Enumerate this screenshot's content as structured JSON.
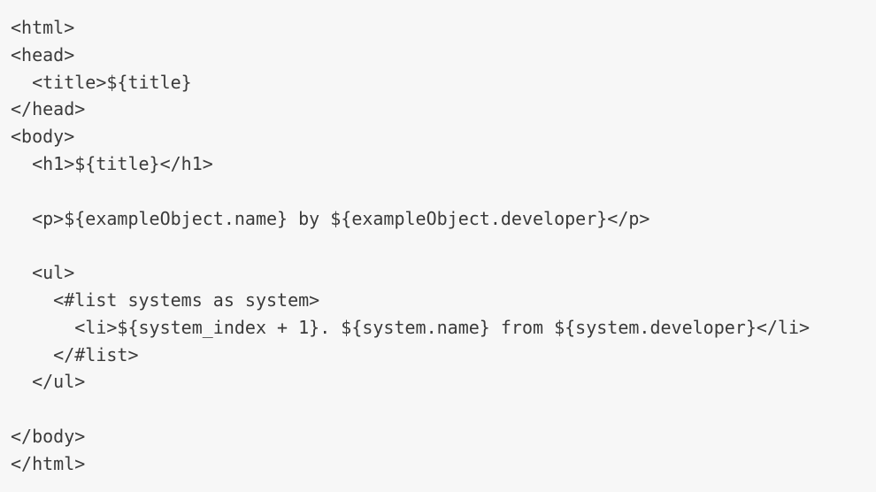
{
  "code": {
    "lines": [
      "<html>",
      "<head>",
      "  <title>${title}",
      "</head>",
      "<body>",
      "  <h1>${title}</h1>",
      "",
      "  <p>${exampleObject.name} by ${exampleObject.developer}</p>",
      "",
      "  <ul>",
      "    <#list systems as system>",
      "      <li>${system_index + 1}. ${system.name} from ${system.developer}</li>",
      "    </#list>",
      "  </ul>",
      "",
      "</body>",
      "</html>"
    ],
    "text_color": "#3a3a3a",
    "background_color": "#f7f7f7"
  }
}
